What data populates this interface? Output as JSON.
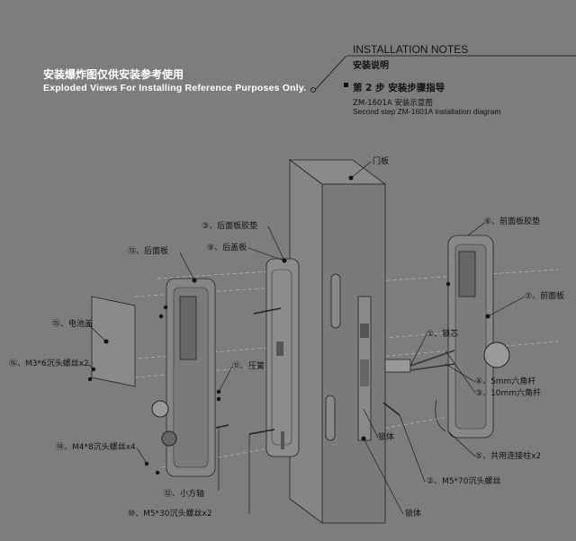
{
  "header": {
    "title_cn": "安装爆炸图仅供安装参考使用",
    "title_en": "Exploded Views For  Installing  Reference  Purposes Only."
  },
  "notes": {
    "title_en": "INSTALLATION NOTES",
    "title_cn": "安装说明",
    "step": "第 2 步  安装步骤指导",
    "sub_cn": "ZM-1601A 安装示意图",
    "sub_en": "Second step ZM-1601A installation diagram"
  },
  "labels": {
    "door": "门板",
    "back_gasket": "③、后面板胶垫",
    "back_cover": "⑨、后盖板",
    "back_panel": "⑬、后面板",
    "battery_cover": "⑮、电池盖",
    "screw_m3": "⑯、M3*6沉头螺丝x2",
    "spring": "⑪、压簧",
    "screw_m4": "⑭、M4*8沉头螺丝x4",
    "square_shaft": "⑫、小方轴",
    "screw_m5_30": "⑩、M5*30沉头螺丝x2",
    "front_gasket": "⑥、前面板胶垫",
    "front_panel": "⑦、前面板",
    "cylinder": "①、锁芯",
    "hex5": "④、5mm六角杆",
    "hex10": "③、10mm六角杆",
    "lock_body": "锁体",
    "screw_m5_70": "②、M5*70沉头螺丝",
    "connector": "⑤、共用连接柱x2",
    "lock_body_bottom": "锁体"
  }
}
